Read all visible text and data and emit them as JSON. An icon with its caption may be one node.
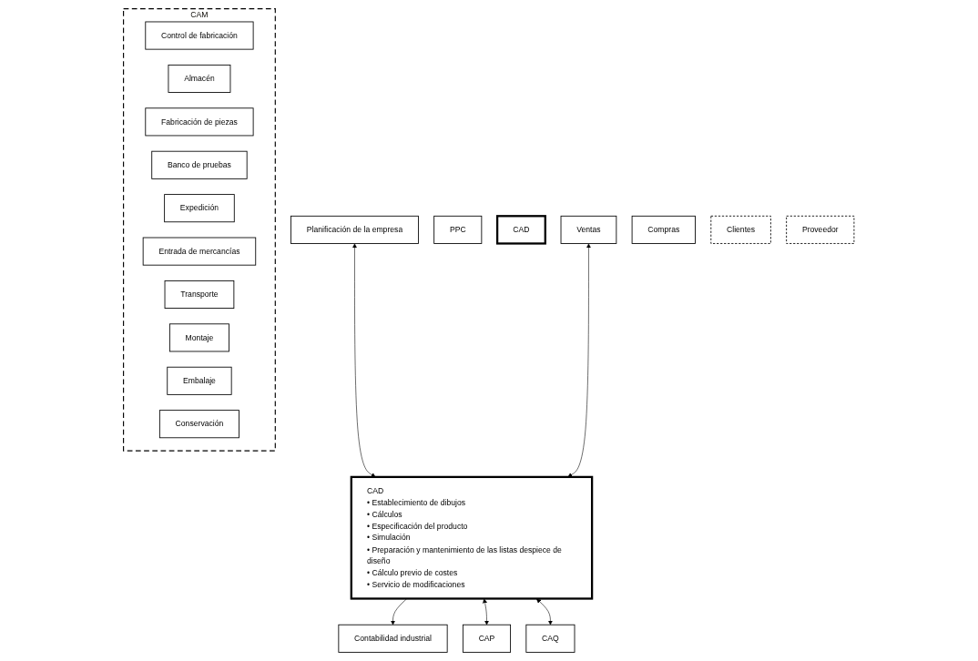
{
  "diagram": {
    "nodes": [
      {
        "text": [
          "Planificación de la empresa"
        ]
      },
      {
        "text": [
          "Contabilidad industrial"
        ]
      },
      {
        "text": [
          "PPC"
        ]
      },
      {
        "text": [
          "CAD"
        ]
      },
      {
        "text": [
          "CAP"
        ]
      },
      {
        "text": [
          "Ventas"
        ]
      },
      {
        "text": [
          "CAD",
          "• Establecimiento de dibujos",
          "• Cálculos",
          "• Especificación del producto",
          "• Simulación",
          "• Preparación y mantenimiento de las listas despiece de diseño",
          "• Cálculo previo de costes",
          "• Servicio de modificaciones"
        ]
      },
      {
        "text": [
          "Compras"
        ]
      },
      {
        "text": [
          "CAQ"
        ]
      },
      {
        "text": [
          "Clientes"
        ]
      },
      {
        "text": [
          "Proveedor"
        ]
      },
      {
        "text": [
          "CAM"
        ]
      },
      {
        "text": [
          "Control de fabricación"
        ],
        "in": 11
      },
      {
        "text": [
          "Almacén"
        ],
        "in": 11
      },
      {
        "text": [
          "Fabricación de piezas"
        ],
        "in": 11
      },
      {
        "text": [
          "Banco de pruebas"
        ],
        "in": 11
      },
      {
        "text": [
          "Expedición"
        ],
        "in": 11
      },
      {
        "text": [
          "Entrada de mercancías"
        ],
        "in": 11
      },
      {
        "text": [
          "Transporte"
        ],
        "in": 11
      },
      {
        "text": [
          "Montaje"
        ],
        "in": 11
      },
      {
        "text": [
          "Embalaje"
        ],
        "in": 11
      },
      {
        "text": [
          "Conservación"
        ],
        "in": 11
      }
    ],
    "edges": [
      {
        "from": 0,
        "to": 6,
        "arrow": "both"
      },
      {
        "from": 6,
        "to": 1,
        "arrow": "to"
      },
      {
        "from": 5,
        "to": 6,
        "arrow": "both"
      },
      {
        "from": 6,
        "to": 4,
        "arrow": "both"
      },
      {
        "from": 6,
        "to": 8,
        "arrow": "both"
      }
    ]
  }
}
